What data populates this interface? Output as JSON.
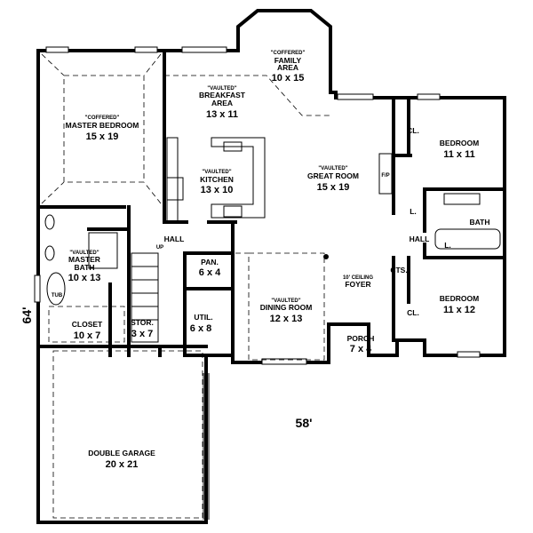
{
  "plan": {
    "width_dim": "58'",
    "depth_dim": "64'",
    "rooms": {
      "master_bedroom": {
        "note": "\"COFFERED\"",
        "name": "MASTER BEDROOM",
        "size": "15 x 19"
      },
      "family_area": {
        "note": "\"COFFERED\"",
        "name1": "FAMILY",
        "name2": "AREA",
        "size": "10 x 15"
      },
      "breakfast": {
        "note": "\"VAULTED\"",
        "name1": "BREAKFAST",
        "name2": "AREA",
        "size": "13 x 11"
      },
      "kitchen": {
        "note": "\"VAULTED\"",
        "name": "KITCHEN",
        "size": "13 x 10"
      },
      "great_room": {
        "note": "\"VAULTED\"",
        "name": "GREAT ROOM",
        "size": "15 x 19"
      },
      "bedroom_1": {
        "name": "BEDROOM",
        "size": "11 x 11"
      },
      "bedroom_2": {
        "name": "BEDROOM",
        "size": "11 x 12"
      },
      "bath": {
        "name": "BATH"
      },
      "hall_right": {
        "name": "HALL"
      },
      "hall_left": {
        "name": "HALL"
      },
      "closet_1": {
        "name": "CL."
      },
      "closet_2": {
        "name": "CL."
      },
      "linen_1": {
        "name": "L."
      },
      "linen_2": {
        "name": "L."
      },
      "fireplace": {
        "name": "F/P"
      },
      "coats": {
        "name": "CTS."
      },
      "foyer": {
        "note": "10' CEILING",
        "name": "FOYER"
      },
      "porch": {
        "name": "PORCH",
        "size": "7 x 4"
      },
      "pantry": {
        "name": "PAN.",
        "size": "6 x 4"
      },
      "master_bath": {
        "note": "\"VAULTED\"",
        "name1": "MASTER",
        "name2": "BATH",
        "size": "10 x 13"
      },
      "tub": {
        "name": "TUB"
      },
      "closet_master": {
        "name": "CLOSET",
        "size": "10 x 7"
      },
      "storage": {
        "name": "STOR.",
        "size": "3 x 7"
      },
      "utility": {
        "name": "UTIL.",
        "size": "6 x 8"
      },
      "dining": {
        "note": "\"VAULTED\"",
        "name": "DINING ROOM",
        "size": "12 x 13"
      },
      "garage": {
        "name": "DOUBLE GARAGE",
        "size": "20 x 21"
      },
      "stairs": {
        "name": "UP"
      }
    }
  }
}
